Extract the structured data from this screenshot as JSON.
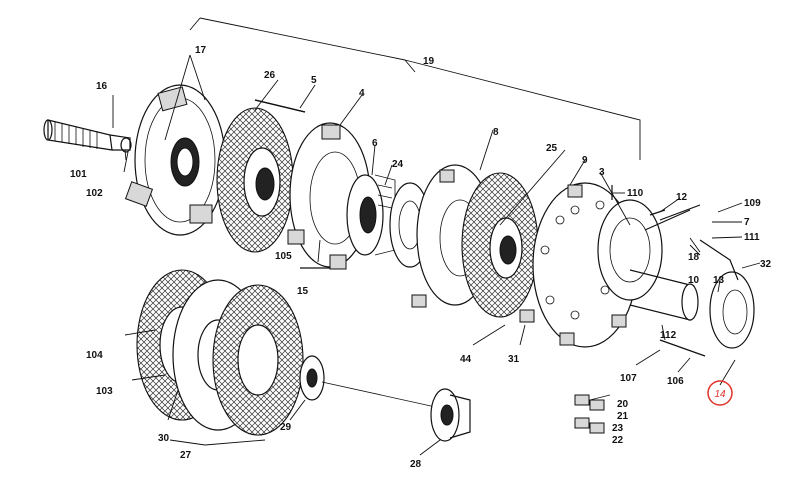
{
  "diagram": {
    "labels": {
      "p3": "3",
      "p4": "4",
      "p5": "5",
      "p6": "6",
      "p7": "7",
      "p8": "8",
      "p9": "9",
      "p10": "10",
      "p12": "12",
      "p13": "13",
      "p14": "14",
      "p15": "15",
      "p16": "16",
      "p17": "17",
      "p18": "18",
      "p19": "19",
      "p20": "20",
      "p21": "21",
      "p22": "22",
      "p23": "23",
      "p24": "24",
      "p25": "25",
      "p26": "26",
      "p27": "27",
      "p28": "28",
      "p29": "29",
      "p30": "30",
      "p31": "31",
      "p32": "32",
      "p44": "44",
      "p101": "101",
      "p102": "102",
      "p103": "103",
      "p104": "104",
      "p105": "105",
      "p106": "106",
      "p107": "107",
      "p109": "109",
      "p110": "110",
      "p111": "111",
      "p112": "112"
    },
    "highlight": {
      "label": "14",
      "color": "#e0342a"
    }
  }
}
